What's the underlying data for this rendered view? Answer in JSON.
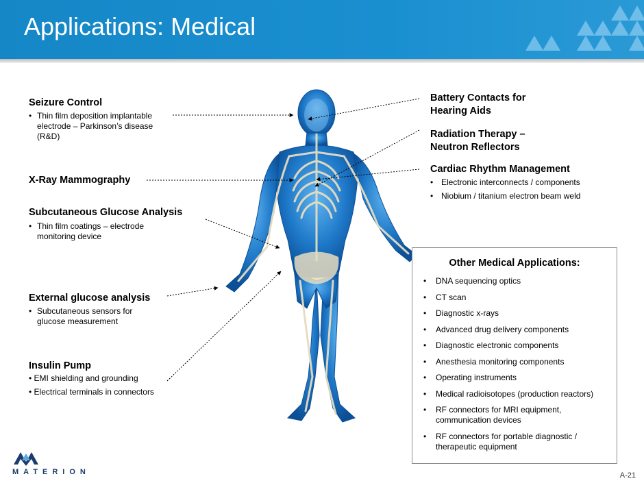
{
  "title": "Applications:  Medical",
  "left_callouts": {
    "seizure": {
      "title": "Seizure Control",
      "bullets": [
        "Thin film deposition implantable",
        "electrode – Parkinson’s disease",
        "(R&D)"
      ]
    },
    "mammography": {
      "title": "X-Ray Mammography"
    },
    "glucose_sub": {
      "title": "Subcutaneous Glucose Analysis",
      "bullets": [
        "Thin film coatings – electrode",
        "monitoring device"
      ]
    },
    "glucose_ext": {
      "title": "External glucose analysis",
      "bullets": [
        "Subcutaneous sensors for",
        "glucose measurement"
      ]
    },
    "insulin": {
      "title": "Insulin Pump",
      "lines": [
        "• EMI shielding and grounding",
        "• Electrical terminals in connectors"
      ]
    }
  },
  "right_callouts": {
    "battery": {
      "line1": "Battery Contacts for",
      "line2": "Hearing Aids"
    },
    "radiation": {
      "line1": "Radiation Therapy –",
      "line2": "Neutron Reflectors"
    },
    "cardiac": {
      "title": "Cardiac Rhythm Management",
      "bullets": [
        "Electronic interconnects / components",
        "Niobium / titanium electron beam weld"
      ]
    }
  },
  "other_box": {
    "title": "Other Medical Applications:",
    "items": [
      [
        "DNA sequencing optics"
      ],
      [
        "CT scan"
      ],
      [
        "Diagnostic x-rays"
      ],
      [
        "Advanced drug delivery components"
      ],
      [
        "Diagnostic electronic components"
      ],
      [
        "Anesthesia monitoring components"
      ],
      [
        "Operating instruments"
      ],
      [
        "Medical radioisotopes (production reactors)"
      ],
      [
        "RF connectors for MRI equipment,",
        "communication devices"
      ],
      [
        "RF connectors for portable diagnostic /",
        "therapeutic equipment"
      ]
    ]
  },
  "logo": {
    "word": "MATERION"
  },
  "page_number": "A-21",
  "colors": {
    "header": "#1587c7",
    "body_blue": "#1e78c8",
    "bone": "#e6dcc0",
    "logo_navy": "#1a3c6e"
  }
}
